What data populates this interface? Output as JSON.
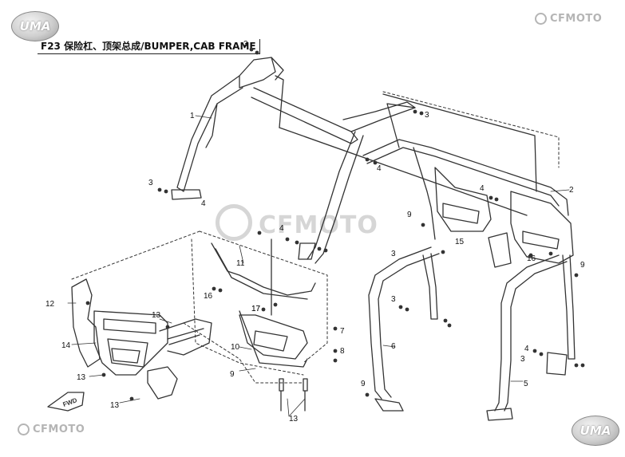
{
  "title": "F23 保险杠、顶架总成/BUMPER,CAB FRAME",
  "branding": {
    "uma_top": "UMA",
    "uma_bottom": "UMA",
    "cfmoto_top": "CFMOTO",
    "cfmoto_bottom": "CFMOTO",
    "watermark": "CFMOTO",
    "fwd": "FWD"
  },
  "callouts": [
    "1",
    "2",
    "3",
    "3",
    "3",
    "3",
    "3",
    "3",
    "4",
    "4",
    "4",
    "4",
    "4",
    "5",
    "6",
    "7",
    "8",
    "9",
    "9",
    "9",
    "9",
    "10",
    "11",
    "12",
    "13",
    "13",
    "13",
    "13",
    "14",
    "15",
    "16",
    "16",
    "17",
    "17"
  ],
  "colors": {
    "line": "#333333",
    "text": "#111111",
    "watermark": "#d2d2d2",
    "logo": "#b5b5b5"
  }
}
